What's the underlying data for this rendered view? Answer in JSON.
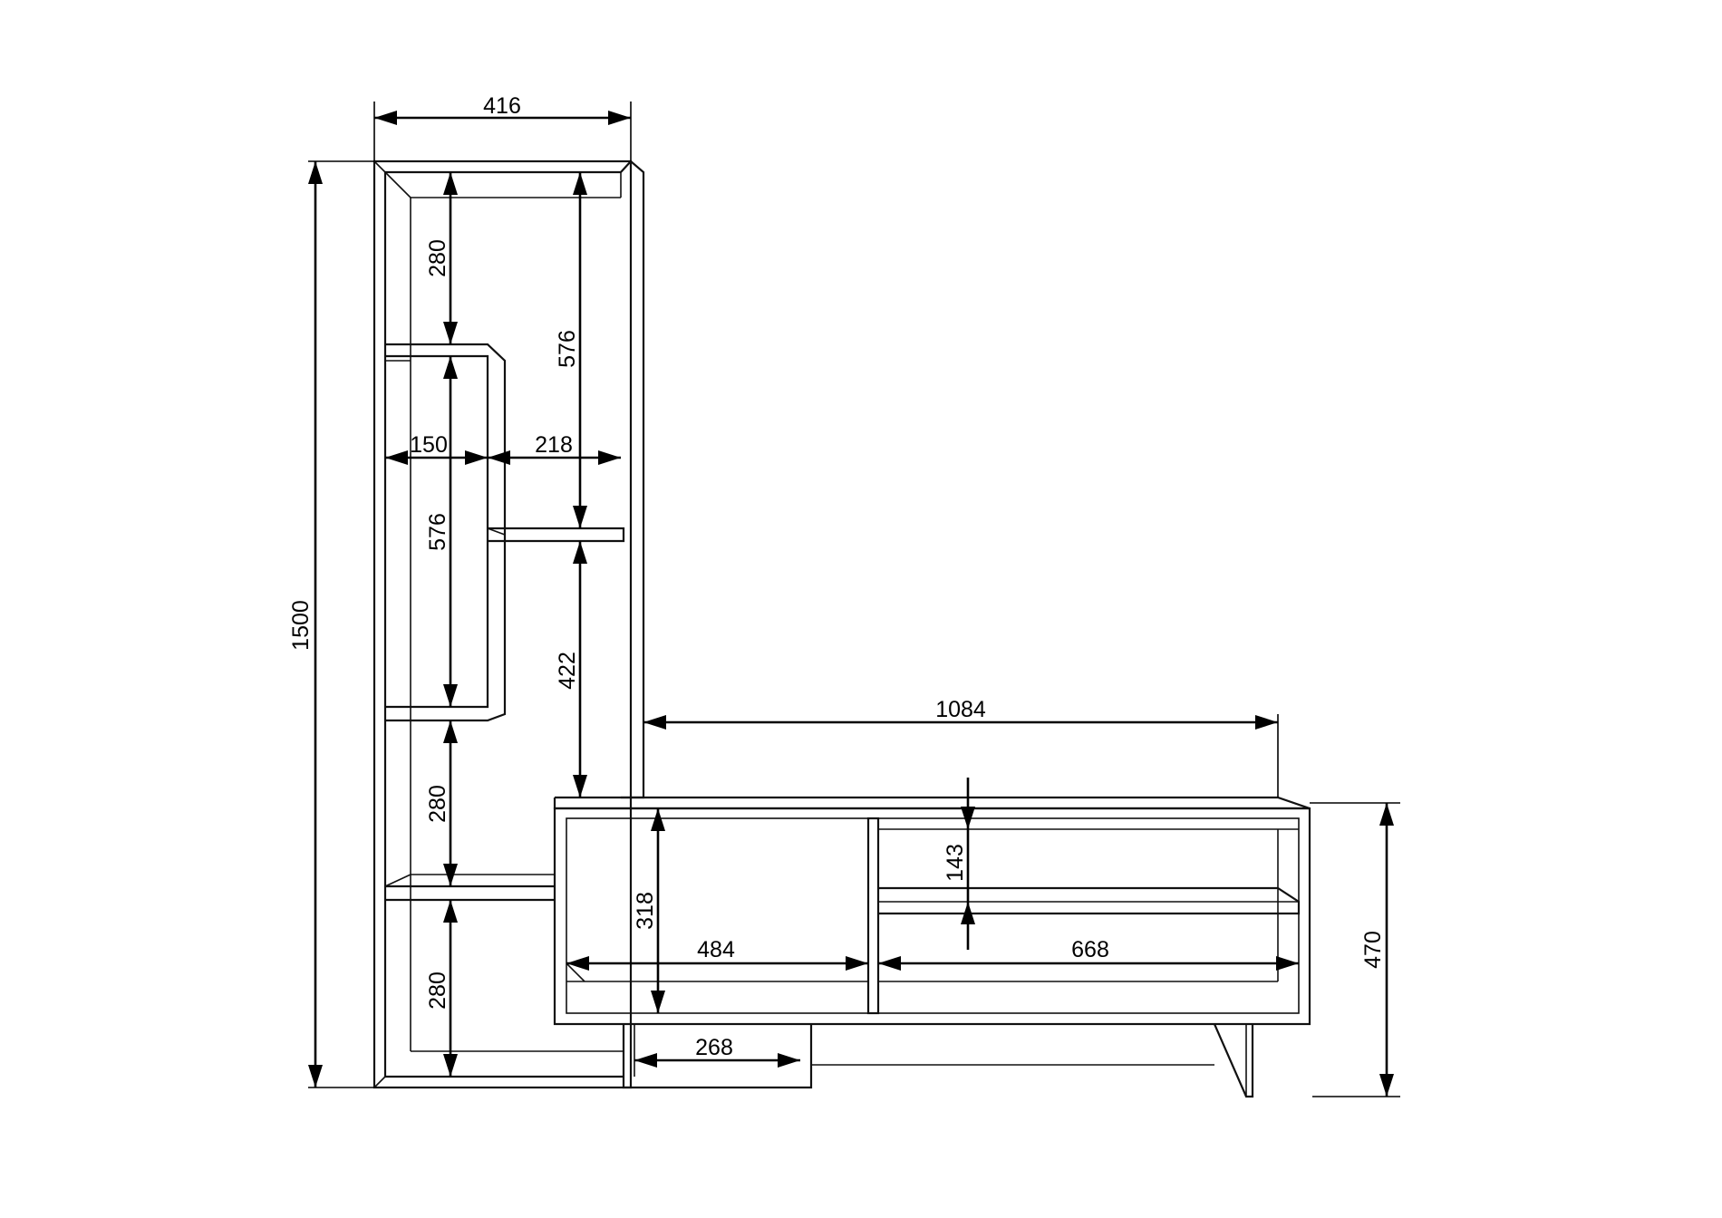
{
  "dimensions": {
    "shelf_unit_width": "416",
    "total_height": "1500",
    "top_compartment_height": "280",
    "upper_right_compartment_height": "576",
    "inner_box_width": "150",
    "right_gap_width": "218",
    "inner_box_height": "576",
    "lower_right_compartment_height": "422",
    "tv_unit_width": "1084",
    "middle_compartment_height": "280",
    "bottom_compartment_height": "280",
    "tv_left_compartment_height": "318",
    "tv_left_compartment_width": "484",
    "tv_upper_right_compartment_height": "143",
    "tv_right_compartment_width": "668",
    "tv_unit_height": "470",
    "bottom_opening_width": "268"
  }
}
